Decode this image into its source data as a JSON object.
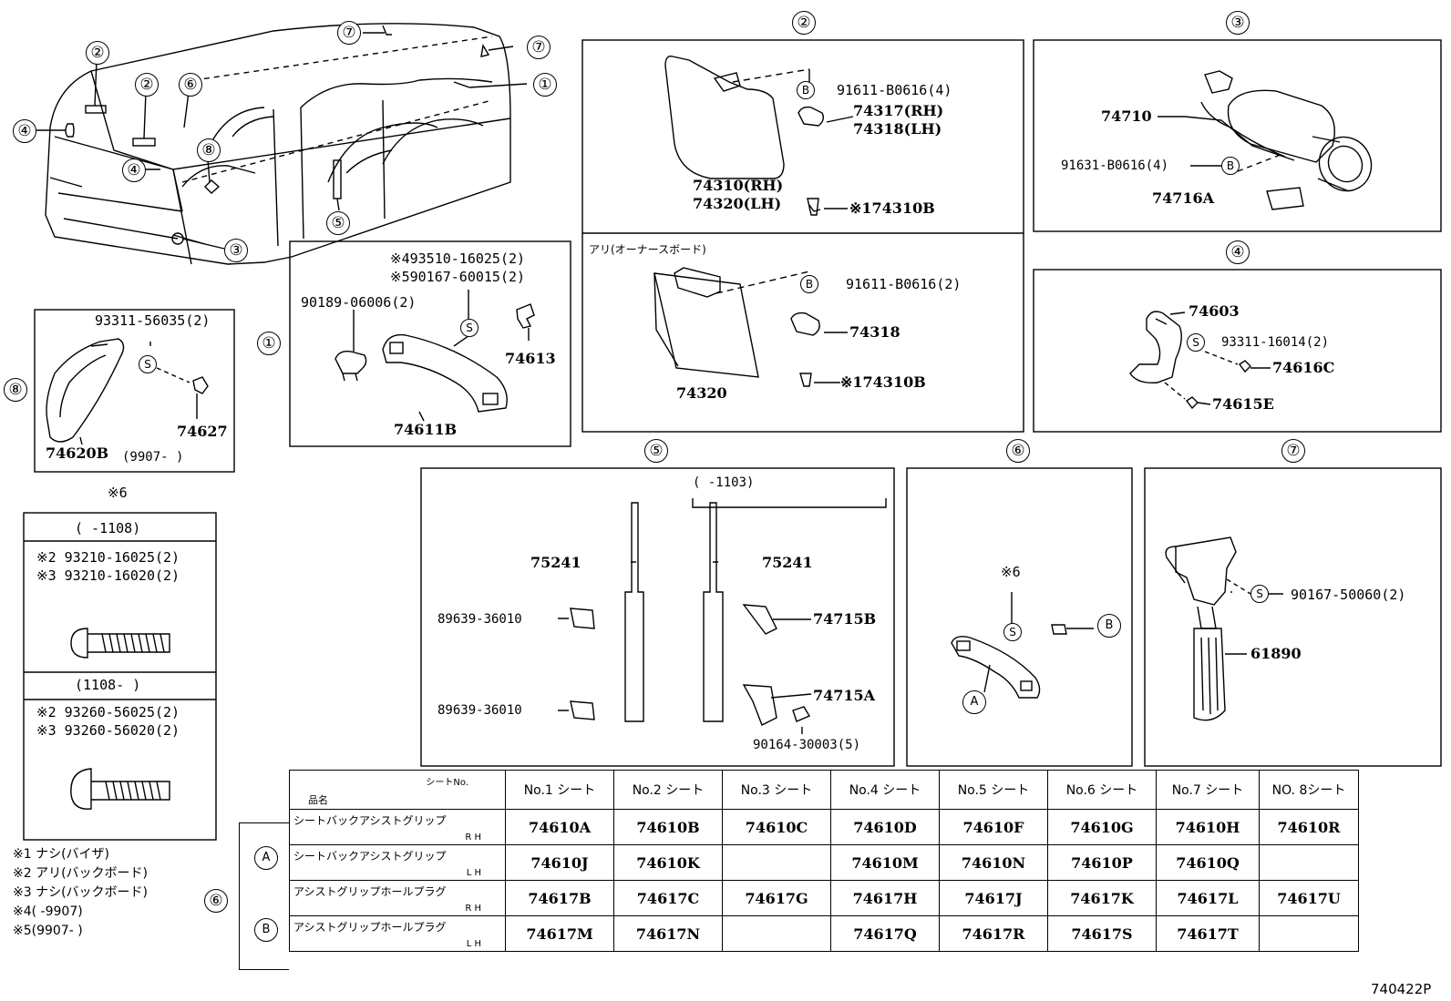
{
  "callouts": {
    "c1": "①",
    "c2": "②",
    "c3": "③",
    "c4": "④",
    "c5": "⑤",
    "c6": "⑥",
    "c7": "⑦",
    "c8": "⑧",
    "S": "S",
    "B": "B",
    "A": "A"
  },
  "van_labels": [
    "⑦",
    "⑦",
    "②",
    "②",
    "⑥",
    "①",
    "④",
    "④",
    "⑧",
    "⑤",
    "③"
  ],
  "panel1": {
    "p1": "※493510-16025(2)",
    "p2": "※590167-60015(2)",
    "p3": "90189-06006(2)",
    "p4": "74613",
    "p5": "74611B"
  },
  "panel8": {
    "p1": "93311-56035(2)",
    "p2": "74627",
    "p3": "74620B",
    "range": "(9907-      )"
  },
  "bolt_box": {
    "title": "※6",
    "r1": "(     -1108)",
    "r1a": "※2 93210-16025(2)",
    "r1b": "※3 93210-16020(2)",
    "r2": "(1108-     )",
    "r2a": "※2 93260-56025(2)",
    "r2b": "※3 93260-56020(2)"
  },
  "panel2a": {
    "p1": "91611-B0616(4)",
    "p2": "74317(RH)",
    "p3": "74318(LH)",
    "p4": "74310(RH)",
    "p5": "74320(LH)",
    "p6": "※174310B"
  },
  "panel2b": {
    "title": "アリ(オーナースボード)",
    "p1": "91611-B0616(2)",
    "p2": "74318",
    "p3": "74320",
    "p4": "※174310B"
  },
  "panel3": {
    "p1": "74710",
    "p2": "91631-B0616(4)",
    "p3": "74716A"
  },
  "panel4": {
    "p1": "74603",
    "p2": "93311-16014(2)",
    "p3": "74616C",
    "p4": "74615E"
  },
  "panel5": {
    "range": "(     -1103)",
    "p1": "75241",
    "p2": "75241",
    "p3": "89639-36010",
    "p4": "89639-36010",
    "p5": "74715B",
    "p6": "74715A",
    "p7": "90164-30003(5)"
  },
  "panel6": {
    "p1": "※6"
  },
  "panel7": {
    "p1": "90167-50060(2)",
    "p2": "61890"
  },
  "table": {
    "corner_top": "シートNo.",
    "corner_bottom": "品名",
    "headers": [
      "No.1 シート",
      "No.2 シート",
      "No.3 シート",
      "No.4 シート",
      "No.5 シート",
      "No.6 シート",
      "No.7 シート",
      "NO. 8シート"
    ],
    "rows": [
      {
        "name": "シートバックアシストグリップ",
        "side": "R H",
        "cells": [
          "74610A",
          "74610B",
          "74610C",
          "74610D",
          "74610F",
          "74610G",
          "74610H",
          "74610R"
        ]
      },
      {
        "name": "シートバックアシストグリップ",
        "side": "L H",
        "cells": [
          "74610J",
          "74610K",
          "",
          "74610M",
          "74610N",
          "74610P",
          "74610Q",
          ""
        ]
      },
      {
        "name": "アシストグリップホールプラグ",
        "side": "R H",
        "cells": [
          "74617B",
          "74617C",
          "74617G",
          "74617H",
          "74617J",
          "74617K",
          "74617L",
          "74617U"
        ]
      },
      {
        "name": "アシストグリップホールプラグ",
        "side": "L H",
        "cells": [
          "74617M",
          "74617N",
          "",
          "74617Q",
          "74617R",
          "74617S",
          "74617T",
          ""
        ]
      }
    ]
  },
  "notes": [
    "※1 ナシ(バイザ)",
    "※2 アリ(バックボード)",
    "※3 ナシ(バックボード)",
    "※4(    -9907)",
    "※5(9907-      )"
  ],
  "footer_code": "740422P"
}
